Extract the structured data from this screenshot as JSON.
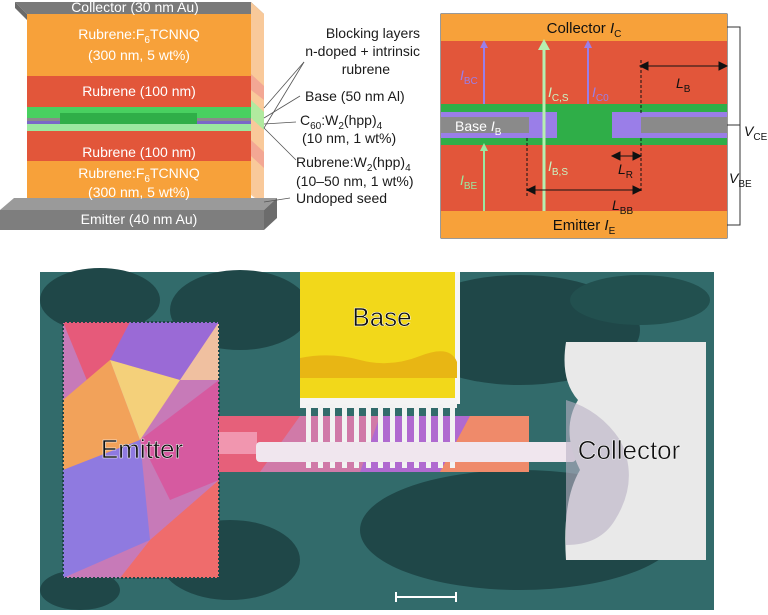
{
  "stack": {
    "collector": "Collector (30 nm Au)",
    "top_doped_l1": "Rubrene:F",
    "top_doped_sub": "6",
    "top_doped_l1b": "TCNNQ",
    "top_doped_l2": "(300 nm, 5 wt%)",
    "top_rubrene": "Rubrene (100 nm)",
    "bottom_rubrene": "Rubrene (100 nm)",
    "bot_doped_l1": "Rubrene:F",
    "bot_doped_sub": "6",
    "bot_doped_l1b": "TCNNQ",
    "bot_doped_l2": "(300 nm, 5 wt%)",
    "emitter": "Emitter (40 nm Au)"
  },
  "annotations": {
    "blocking_1": "Blocking layers",
    "blocking_2": "n-doped + intrinsic",
    "blocking_3": "rubrene",
    "base": "Base (50 nm Al)",
    "c60_a": "C",
    "c60_sub": "60",
    "c60_b": ":W",
    "c60_sub2": "2",
    "c60_c": "(hpp)",
    "c60_sub3": "4",
    "c60_line2": "(10 nm, 1 wt%)",
    "rub_a": "Rubrene:W",
    "rub_sub": "2",
    "rub_b": "(hpp)",
    "rub_sub2": "4",
    "rub_line2": "(10–50 nm, 1 wt%)",
    "undoped": "Undoped seed"
  },
  "schematic": {
    "collector": "Collector ",
    "collector_i": "I",
    "collector_sub": "C",
    "emitter": "Emitter ",
    "emitter_i": "I",
    "emitter_sub": "E",
    "base": "Base ",
    "base_i": "I",
    "base_sub": "B",
    "ibc": "I",
    "ibc_sub": "BC",
    "ics": "I",
    "ics_sub": "C,S",
    "ic0": "I",
    "ic0_sub": "C0",
    "ibs": "I",
    "ibs_sub": "B,S",
    "ibe": "I",
    "ibe_sub": "BE",
    "lb": "L",
    "lb_sub": "B",
    "lr": "L",
    "lr_sub": "R",
    "lbb": "L",
    "lbb_sub": "BB",
    "vce": "V",
    "vce_sub": "CE",
    "vbe": "V",
    "vbe_sub": "BE"
  },
  "photo": {
    "base": "Base",
    "emitter": "Emitter",
    "collector": "Collector"
  },
  "colors": {
    "orange": "#f7a13a",
    "red": "#e2563a",
    "green": "#2fae48",
    "violet": "#9a7ee8",
    "gray": "#8a8a8a",
    "yellow": "#f2d81a",
    "teal": "#2f6464"
  }
}
